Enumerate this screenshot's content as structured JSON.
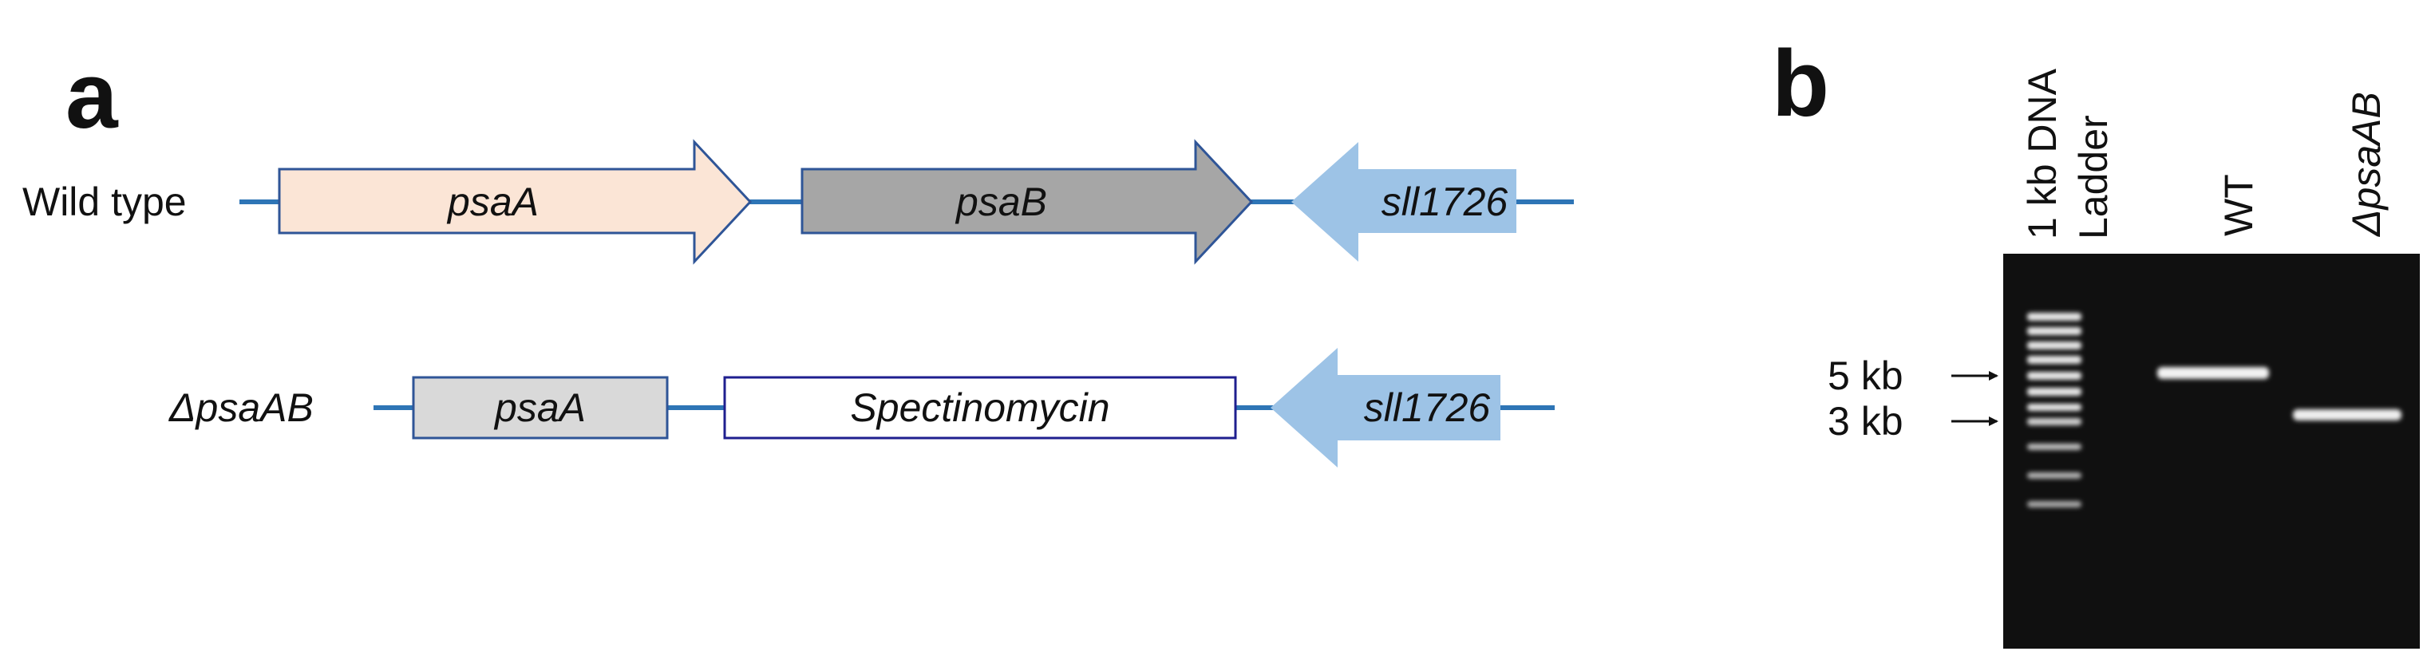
{
  "panel_a": {
    "letter": "a",
    "wild_type": {
      "label": "Wild type",
      "genes": [
        "psaA",
        "psaB",
        "sll1726"
      ]
    },
    "mutant": {
      "label": "ΔpsaAB",
      "genes": [
        "psaA",
        "Spectinomycin",
        "sll1726"
      ]
    }
  },
  "panel_b": {
    "letter": "b",
    "lanes": {
      "ladder_line1": "1 kb DNA",
      "ladder_line2": "Ladder",
      "wt": "WT",
      "mutant": "ΔpsaAB"
    },
    "size_markers": [
      "5 kb",
      "3 kb"
    ]
  },
  "colors": {
    "backbone": "#2e75b6",
    "psaA_wt_fill": "#fbe5d6",
    "psaB_fill": "#a6a6a6",
    "sll1726_fill": "#9dc3e6",
    "psaA_mut_fill": "#d9d9d9",
    "spectinomycin_border": "#1f1f8f",
    "gel_background": "#101010"
  }
}
